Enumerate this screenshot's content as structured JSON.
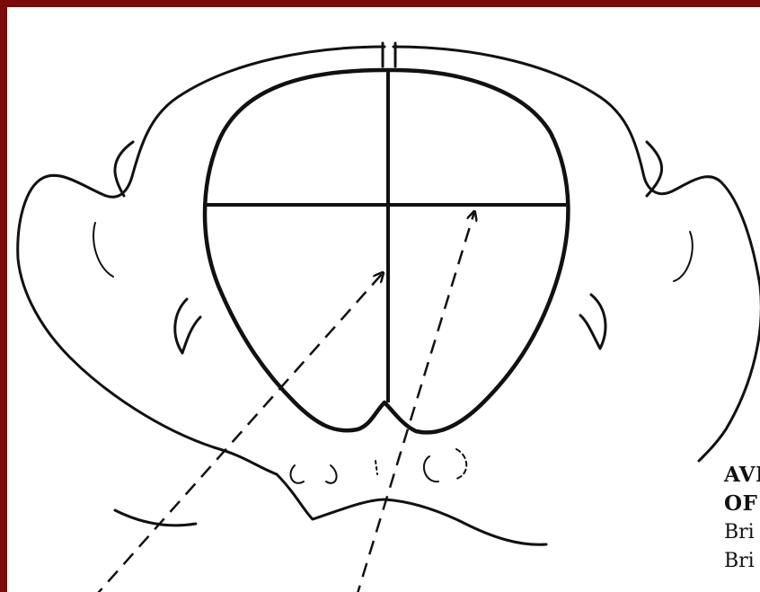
{
  "figure": {
    "frame_color": "#7a0b0b",
    "line_color": "#111111",
    "caption_lines": [
      {
        "text": "AVI",
        "style": "bold"
      },
      {
        "text": "OF",
        "style": "bold"
      },
      {
        "text": "Bri",
        "style": "plain"
      },
      {
        "text": "Bri",
        "style": "plain"
      }
    ]
  }
}
